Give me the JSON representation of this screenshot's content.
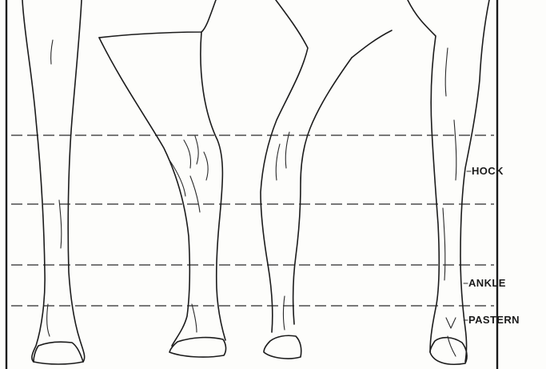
{
  "labels": {
    "hock": "HOCK",
    "ankle": "ANKLE",
    "pastern": "PASTERN"
  },
  "colors": {
    "ink": "#1c1c1c",
    "paper": "#fdfdfb"
  }
}
